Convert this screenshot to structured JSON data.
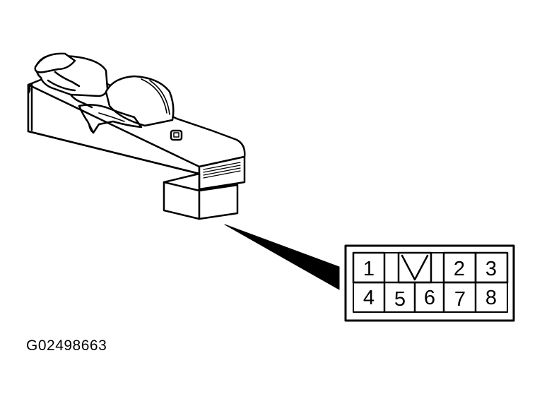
{
  "figure_id": "G02498663",
  "connector": {
    "pins_top": [
      {
        "label": "1"
      },
      {
        "label": "2"
      },
      {
        "label": "3"
      }
    ],
    "pins_bottom": [
      {
        "label": "4"
      },
      {
        "label": "5"
      },
      {
        "label": "6"
      },
      {
        "label": "7"
      },
      {
        "label": "8"
      }
    ]
  },
  "colors": {
    "ink": "#000000",
    "paper": "#ffffff"
  }
}
